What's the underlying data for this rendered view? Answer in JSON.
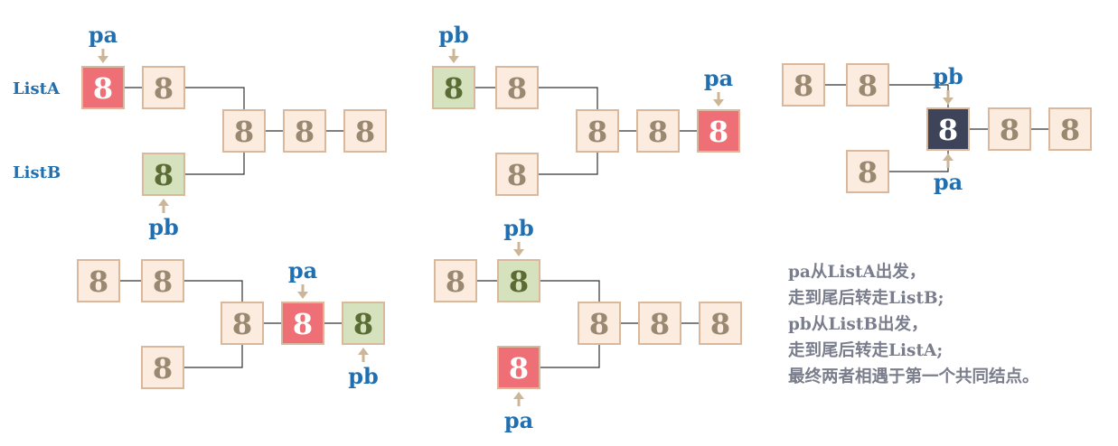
{
  "colors": {
    "normal_fill": "#fcebdf",
    "normal_text": "#9b8870",
    "pa_fill": "#ee6f76",
    "pa_text": "#ffffff",
    "pb_fill": "#d5e2bd",
    "pb_text": "#5a6b34",
    "meet_fill": "#3d4358",
    "meet_text": "#ffffff",
    "pointer_arrow": "#cdb597",
    "label_blue": "#1f6fb1",
    "note_text": "#7a7e8c"
  },
  "node_value": "8",
  "list_labels": {
    "list_a": "ListA",
    "list_b": "ListB"
  },
  "pointer_labels": {
    "pa": "pa",
    "pb": "pb"
  },
  "panels": [
    {
      "id": "step-1",
      "pa_node": "a1",
      "pb_node": "b1"
    },
    {
      "id": "step-2",
      "pa_node": "c3",
      "pb_node": "a1"
    },
    {
      "id": "step-3",
      "pa_node": "c1",
      "pb_node": "c1"
    },
    {
      "id": "step-4",
      "pa_node": "c2",
      "pb_node": "c3"
    },
    {
      "id": "step-5",
      "pa_node": "b1",
      "pb_node": "a2"
    }
  ],
  "note_lines": [
    "pa从ListA出发，",
    "走到尾后转走ListB;",
    "pb从ListB出发，",
    "走到尾后转走ListA;",
    "最终两者相遇于第一个共同结点。"
  ]
}
